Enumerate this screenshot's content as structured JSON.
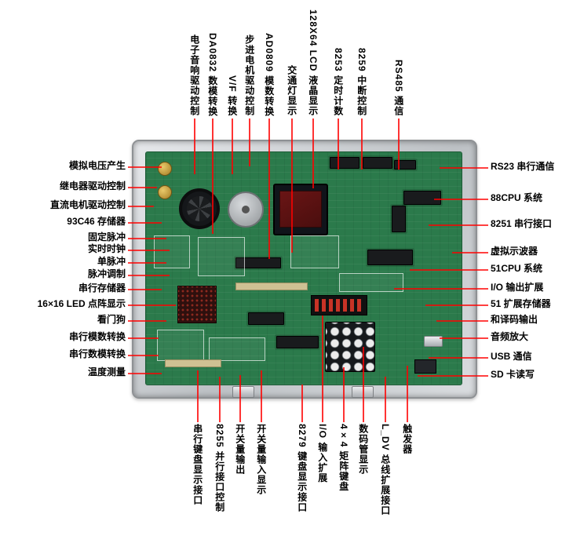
{
  "diagram_title": "MCU experiment development board callout diagram",
  "colors": {
    "leader_line": "#ff0000",
    "pcb_green": "#2b7a4b",
    "case_silver": "#c9ccd1",
    "label_text": "#000000"
  },
  "labels": {
    "top": [
      "电子音响驱动控制",
      "DA0832 数模转换",
      "V/F 转换",
      "步进电机驱动控制",
      "AD0809 模数转换",
      "交通灯显示",
      "128X64 LCD 液晶显示",
      "8253 定时计数",
      "8259 中断控制",
      "RS485 通信"
    ],
    "left": [
      "模拟电压产生",
      "继电器驱动控制",
      "直流电机驱动控制",
      "93C46 存储器",
      "固定脉冲",
      "实时时钟",
      "单脉冲",
      "脉冲调制",
      "串行存储器",
      "16×16 LED 点阵显示",
      "看门狗",
      "串行模数转换",
      "串行数模转换",
      "温度测量"
    ],
    "right": [
      "RS23 串行通信",
      "88CPU 系统",
      "8251 串行接口",
      "虚拟示波器",
      "51CPU 系统",
      "I/O 输出扩展",
      "51 扩展存储器",
      "和译码输出",
      "音频放大",
      "USB 通信",
      "SD 卡读写"
    ],
    "bottom": [
      "串行键盘显示接口",
      "8255 并行接口控制",
      "开关量输出",
      "开关量输入显示",
      "8279 键盘显示接口",
      "I/O 输入扩展",
      "4×4 矩阵键盘",
      "数码管显示",
      "L_DV 总线扩展接口",
      "触发器"
    ]
  }
}
